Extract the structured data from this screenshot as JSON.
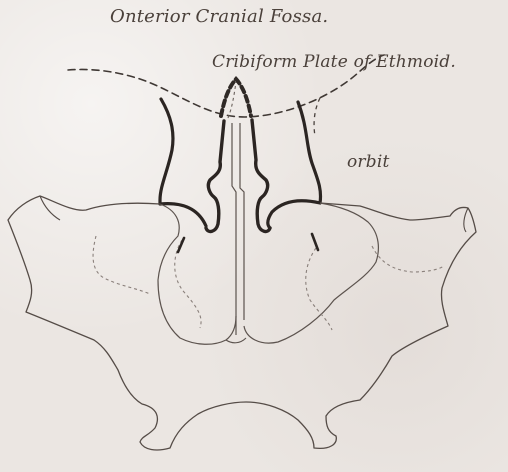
{
  "labels": {
    "title": "Onterior Cranial Fossa.",
    "cribriform": "Cribiform Plate of Ethmoid.",
    "orbit": "orbit"
  },
  "colors": {
    "paper": "#ebe6e2",
    "ink": "#2f2926",
    "pencil": "#7a706b"
  }
}
